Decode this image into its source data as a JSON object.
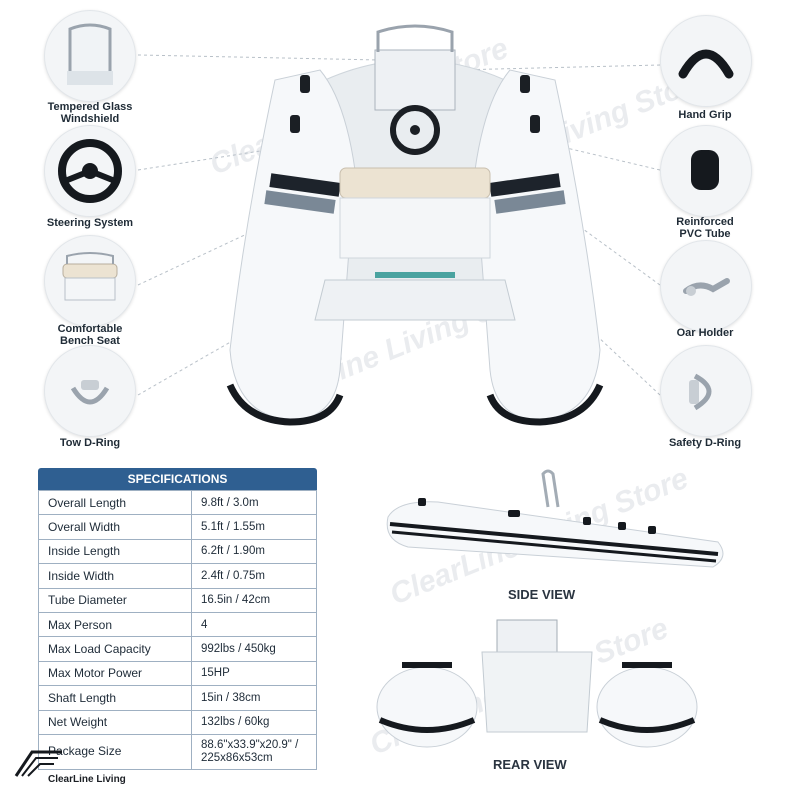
{
  "brand": {
    "watermark": "ClearLine Living Store",
    "logo_text": "ClearLine Living"
  },
  "features": {
    "left": [
      {
        "label": "Tempered Glass\nWindshield",
        "icon": "windshield-icon"
      },
      {
        "label": "Steering System",
        "icon": "steering-wheel-icon"
      },
      {
        "label": "Comfortable\nBench Seat",
        "icon": "bench-seat-icon"
      },
      {
        "label": "Tow D-Ring",
        "icon": "tow-d-ring-icon"
      }
    ],
    "right": [
      {
        "label": "Hand Grip",
        "icon": "hand-grip-icon"
      },
      {
        "label": "Reinforced\nPVC Tube",
        "icon": "pvc-tube-icon"
      },
      {
        "label": "Oar Holder",
        "icon": "oar-holder-icon"
      },
      {
        "label": "Safety D-Ring",
        "icon": "safety-d-ring-icon"
      }
    ]
  },
  "specifications": {
    "title": "SPECIFICATIONS",
    "rows": [
      {
        "key": "Overall Length",
        "value": "9.8ft / 3.0m"
      },
      {
        "key": "Overall Width",
        "value": "5.1ft / 1.55m"
      },
      {
        "key": "Inside Length",
        "value": "6.2ft / 1.90m"
      },
      {
        "key": "Inside Width",
        "value": "2.4ft / 0.75m"
      },
      {
        "key": "Tube Diameter",
        "value": "16.5in / 42cm"
      },
      {
        "key": "Max Person",
        "value": "4"
      },
      {
        "key": "Max Load Capacity",
        "value": "992lbs / 450kg"
      },
      {
        "key": "Max Motor Power",
        "value": "15HP"
      },
      {
        "key": "Shaft Length",
        "value": "15in / 38cm"
      },
      {
        "key": "Net Weight",
        "value": "132lbs / 60kg"
      },
      {
        "key": "Package Size",
        "value": "88.6\"x33.9\"x20.9\" /\n225x86x53cm"
      }
    ]
  },
  "views": {
    "side": "SIDE VIEW",
    "rear": "REAR VIEW"
  },
  "colors": {
    "header_blue": "#2f5f91",
    "hull_white": "#f4f6f8",
    "stripe_dark": "#1a1f26",
    "stripe_grey": "#6c7a88"
  }
}
